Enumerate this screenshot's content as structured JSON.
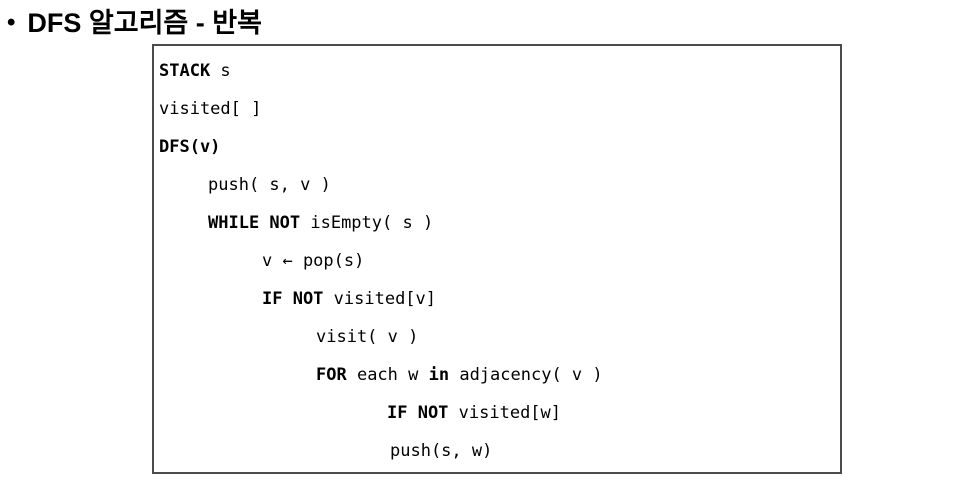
{
  "title": {
    "bullet": "•",
    "text": "DFS 알고리즘 - 반복"
  },
  "code_box": {
    "border_color": "#4b4b4d",
    "text_color": "#000000",
    "lines": [
      {
        "indent": 0,
        "segments": [
          {
            "t": "STACK",
            "b": true
          },
          {
            "t": " s",
            "b": false
          }
        ]
      },
      {
        "indent": 0,
        "segments": [
          {
            "t": "visited[ ]",
            "b": false
          }
        ]
      },
      {
        "indent": 0,
        "segments": [
          {
            "t": "DFS(v)",
            "b": true
          }
        ]
      },
      {
        "indent": 1,
        "segments": [
          {
            "t": "push( s, v )",
            "b": false
          }
        ]
      },
      {
        "indent": 1,
        "segments": [
          {
            "t": "WHILE NOT",
            "b": true
          },
          {
            "t": " isEmpty( s )",
            "b": false
          }
        ]
      },
      {
        "indent": 2,
        "segments": [
          {
            "t": "v ← pop(s)",
            "b": false
          }
        ]
      },
      {
        "indent": 2,
        "segments": [
          {
            "t": "IF NOT",
            "b": true
          },
          {
            "t": " visited[v]",
            "b": false
          }
        ]
      },
      {
        "indent": 3,
        "segments": [
          {
            "t": "visit( v )",
            "b": false
          }
        ]
      },
      {
        "indent": 3,
        "segments": [
          {
            "t": "FOR",
            "b": true
          },
          {
            "t": " each w ",
            "b": false
          },
          {
            "t": "in",
            "b": true
          },
          {
            "t": " adjacency( v )",
            "b": false
          }
        ]
      },
      {
        "indent": 4,
        "segments": [
          {
            "t": "IF NOT",
            "b": true
          },
          {
            "t": " visited[w]",
            "b": false
          }
        ]
      },
      {
        "indent": 5,
        "segments": [
          {
            "t": "push(s, w)",
            "b": false
          }
        ]
      }
    ]
  }
}
